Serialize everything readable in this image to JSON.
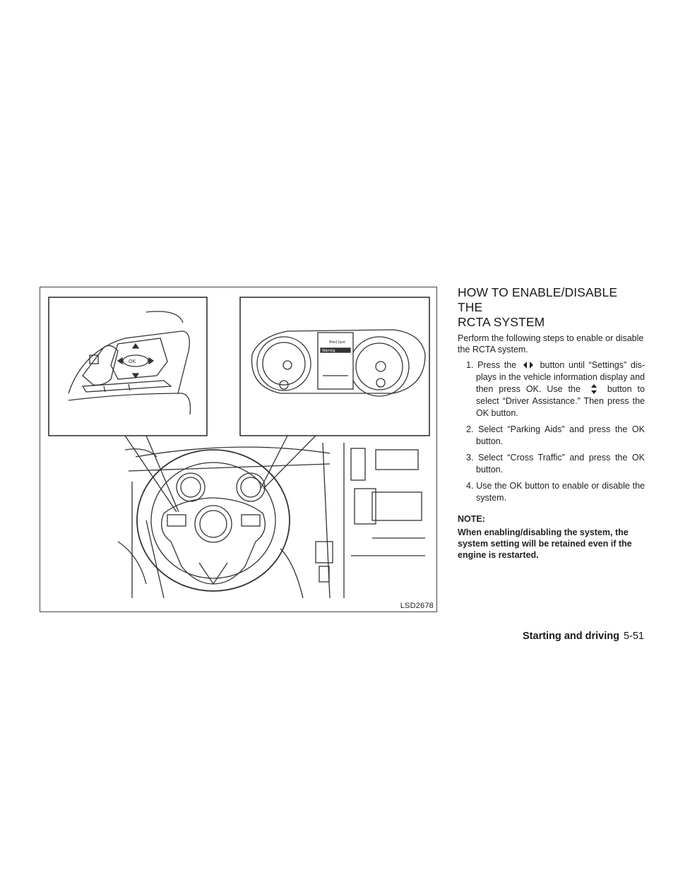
{
  "figure": {
    "code": "LSD2678",
    "display_line1": "Blind Spot",
    "display_line2": "Warning"
  },
  "section": {
    "title_line1": "HOW TO ENABLE/DISABLE THE",
    "title_line2": "RCTA SYSTEM"
  },
  "intro": "Perform the following steps to enable or disable the RCTA system.",
  "steps": [
    {
      "num": "1.",
      "pre": "Press the",
      "post": "button until “Settings” dis-plays in the vehicle information display and then press OK. Use the",
      "post2": "button to select “Driver Assistance.” Then press the OK button."
    },
    {
      "num": "2.",
      "text": "Select “Parking Aids” and press the OK button."
    },
    {
      "num": "3.",
      "text": "Select “Cross Traffic” and press the OK button."
    },
    {
      "num": "4.",
      "text": "Use the OK button to enable or disable the system."
    }
  ],
  "note": {
    "label": "NOTE:",
    "text": "When enabling/disabling the system, the system setting will be retained even if the engine is restarted."
  },
  "footer": {
    "section": "Starting and driving",
    "page": "5-51"
  }
}
